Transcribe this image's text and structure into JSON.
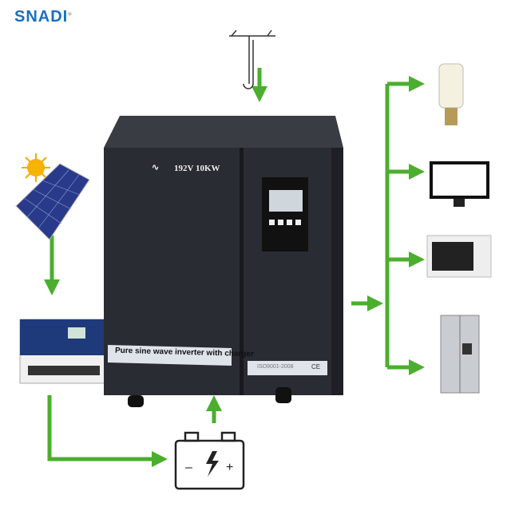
{
  "brand": {
    "name": "SNADI"
  },
  "inverter": {
    "rating": "192V 10KW",
    "label": "Pure sine wave inverter with charger",
    "cert": "ISO9001-2008",
    "ce": "CE"
  },
  "colors": {
    "arrow": "#4cae2e",
    "body": "#2a2c33",
    "brand": "#1a6fc0",
    "accent": "#f08a00"
  }
}
